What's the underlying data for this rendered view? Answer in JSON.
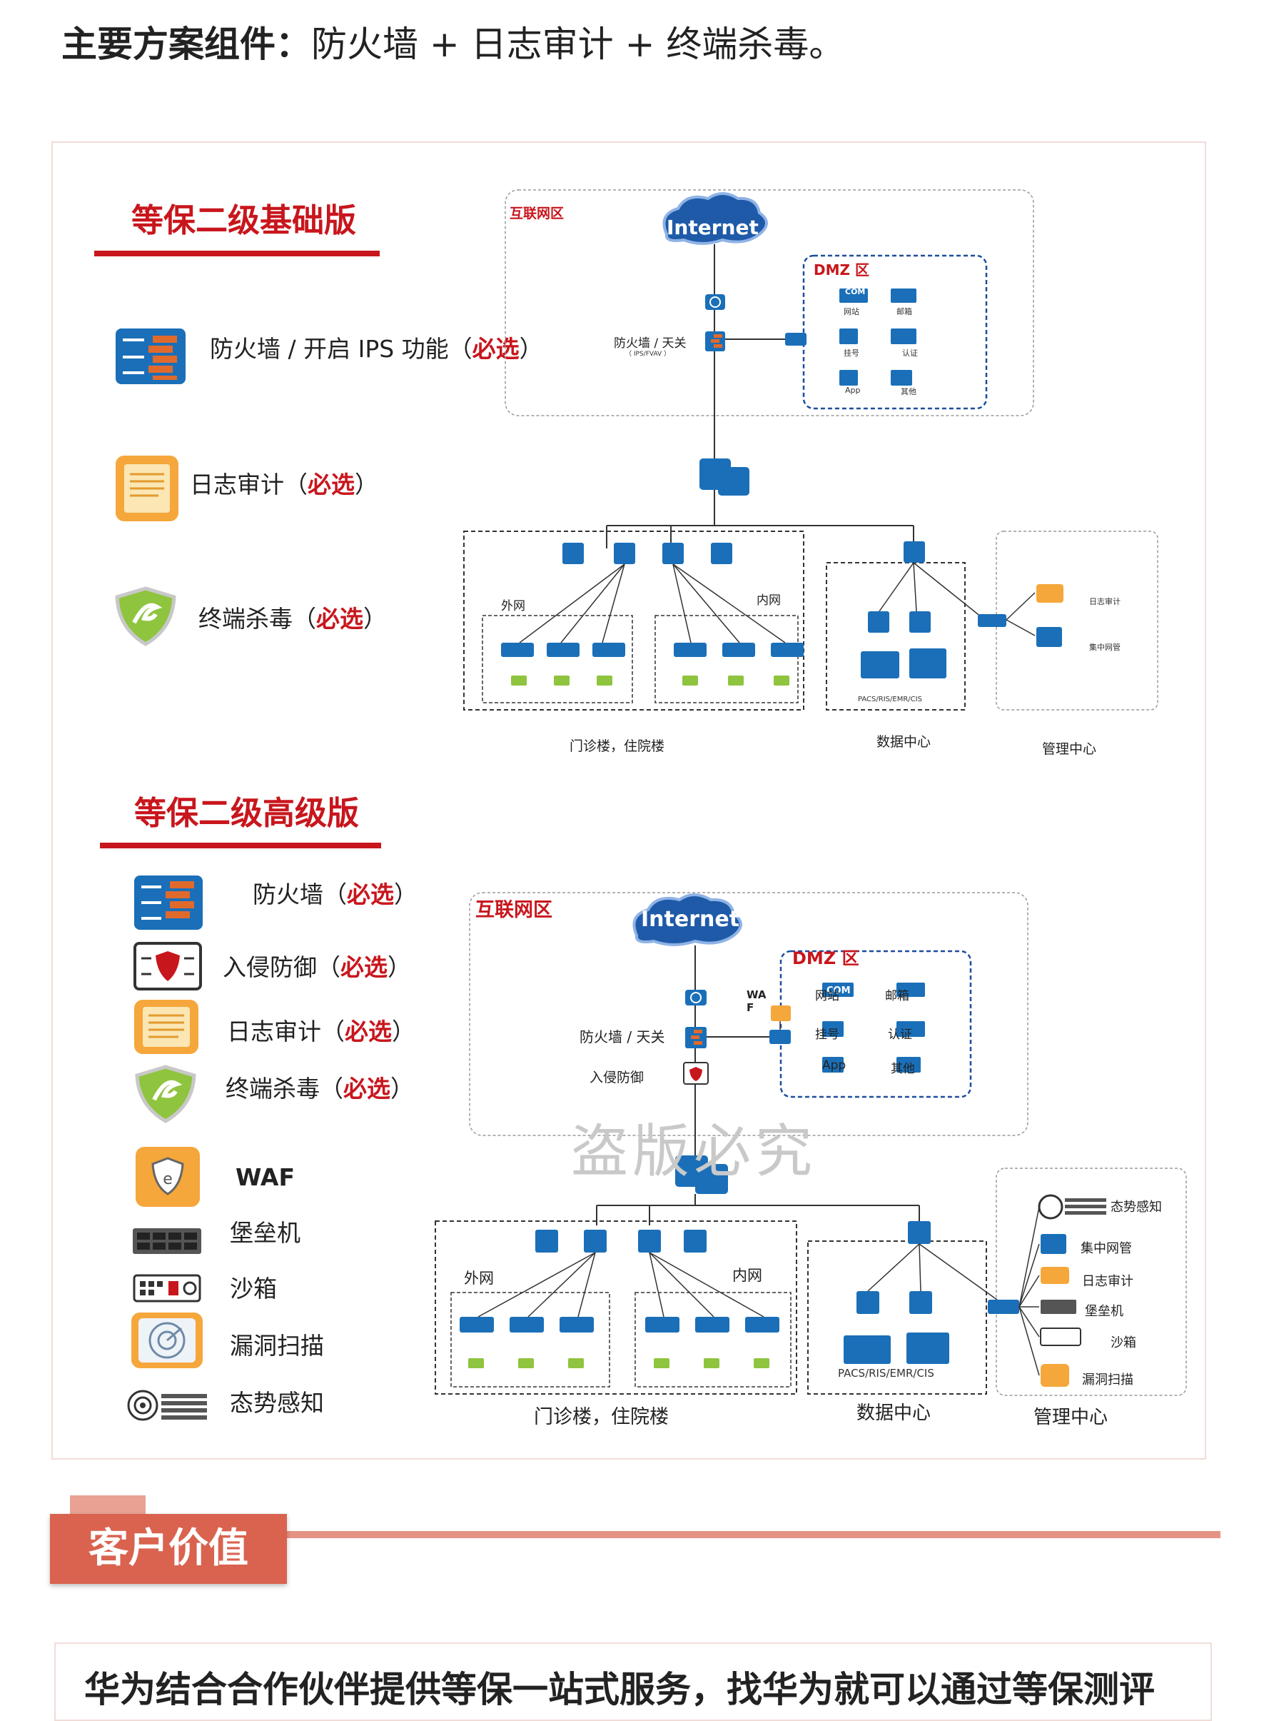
{
  "heading": {
    "bold": "主要方案组件：",
    "rest": "防火墙 + 日志审计 + 终端杀毒。"
  },
  "basic": {
    "title": "等保二级基础版",
    "components": [
      {
        "name": "防火墙 / 开启 IPS 功能（",
        "req": "必选",
        "tail": "）"
      },
      {
        "name": "日志审计（",
        "req": "必选",
        "tail": "）"
      },
      {
        "name": "终端杀毒（",
        "req": "必选",
        "tail": "）"
      }
    ],
    "diagram": {
      "internet_zone": "互联网区",
      "internet": "Internet",
      "dmz": "DMZ 区",
      "dmz_items": [
        "网站",
        "邮箱",
        "挂号",
        "认证",
        "App",
        "其他"
      ],
      "com": "COM",
      "fw_label": "防火墙 / 天关",
      "fw_sub": "（ IPS/FVAV ）",
      "outer_net": "外网",
      "inner_net": "内网",
      "server_label": "PACS/RIS/EMR/CIS",
      "mgmt_items": [
        "日志审计",
        "集中网管"
      ],
      "bottom": [
        "门诊楼，住院楼",
        "数据中心",
        "管理中心"
      ]
    }
  },
  "advanced": {
    "title": "等保二级高级版",
    "components": [
      {
        "name": "防火墙（",
        "req": "必选",
        "tail": "）"
      },
      {
        "name": "入侵防御（",
        "req": "必选",
        "tail": "）"
      },
      {
        "name": "日志审计（",
        "req": "必选",
        "tail": "）"
      },
      {
        "name": "终端杀毒（",
        "req": "必选",
        "tail": "）"
      },
      {
        "name": "WAF"
      },
      {
        "name": "堡垒机"
      },
      {
        "name": "沙箱"
      },
      {
        "name": "漏洞扫描"
      },
      {
        "name": "态势感知"
      }
    ],
    "diagram": {
      "internet_zone": "互联网区",
      "internet": "Internet",
      "dmz": "DMZ 区",
      "dmz_items": [
        "网站",
        "邮箱",
        "挂号",
        "认证",
        "App",
        "其他"
      ],
      "com": "COM",
      "waf": "WAF",
      "fw_label": "防火墙 / 天关",
      "ips_label": "入侵防御",
      "outer_net": "外网",
      "inner_net": "内网",
      "server_label": "PACS/RIS/EMR/CIS",
      "mgmt_items": [
        "态势感知",
        "集中网管",
        "日志审计",
        "堡垒机",
        "沙箱",
        "漏洞扫描"
      ],
      "bottom": [
        "门诊楼，住院楼",
        "数据中心",
        "管理中心"
      ]
    }
  },
  "watermark": "盗版必究",
  "customer_value": {
    "title": "客户价值",
    "text": "华为结合合作伙伴提供等保一站式服务，找华为就可以通过等保测评"
  }
}
